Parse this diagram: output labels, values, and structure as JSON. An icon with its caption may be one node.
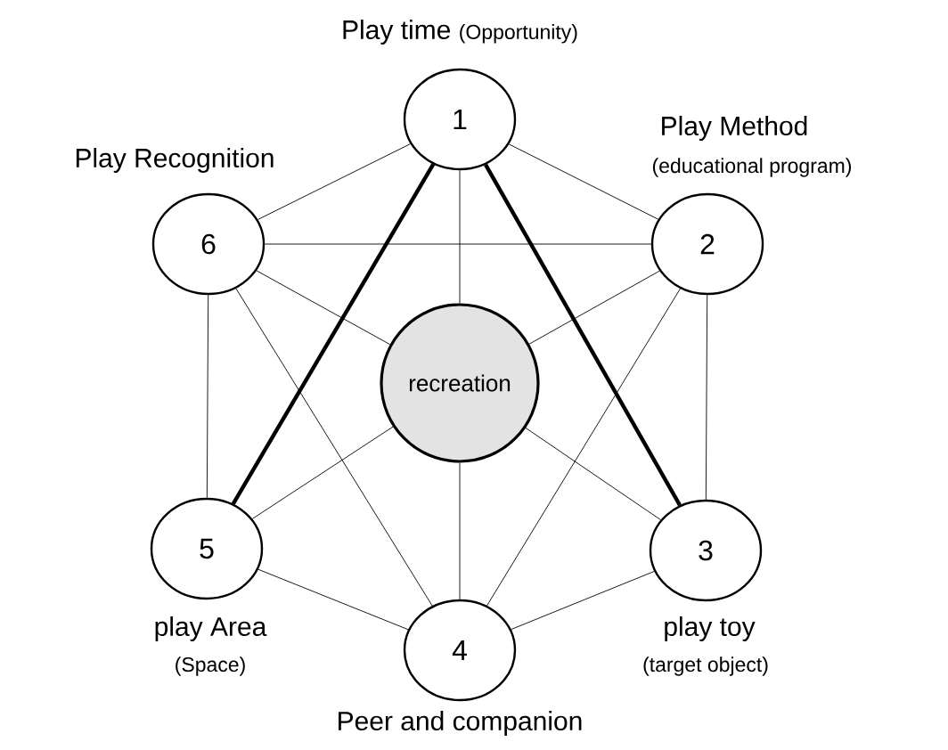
{
  "diagram": {
    "nodes": [
      {
        "text": [
          "1"
        ],
        "beside": [
          "Play time",
          "(Opportunity)"
        ]
      },
      {
        "text": [
          "2"
        ],
        "beside": [
          "Play Method",
          "(educational program)"
        ]
      },
      {
        "text": [
          "3"
        ],
        "beside": [
          "play toy",
          "(target object)"
        ]
      },
      {
        "text": [
          "4"
        ],
        "beside": [
          "Peer and companion"
        ]
      },
      {
        "text": [
          "5"
        ],
        "beside": [
          "play Area",
          "(Space)"
        ]
      },
      {
        "text": [
          "6"
        ],
        "beside": [
          "Play Recognition"
        ]
      },
      {
        "text": [
          "recreation"
        ]
      }
    ],
    "edges": [
      {
        "from": 6,
        "to": 0,
        "arrow": "none"
      },
      {
        "from": 6,
        "to": 1,
        "arrow": "none"
      },
      {
        "from": 6,
        "to": 2,
        "arrow": "none"
      },
      {
        "from": 6,
        "to": 3,
        "arrow": "none"
      },
      {
        "from": 6,
        "to": 4,
        "arrow": "none"
      },
      {
        "from": 6,
        "to": 5,
        "arrow": "none"
      },
      {
        "from": 0,
        "to": 1,
        "arrow": "none"
      },
      {
        "from": 0,
        "to": 5,
        "arrow": "none"
      },
      {
        "from": 0,
        "to": 2,
        "arrow": "none",
        "style": "thick"
      },
      {
        "from": 0,
        "to": 4,
        "arrow": "none",
        "style": "thick"
      },
      {
        "from": 5,
        "to": 1,
        "arrow": "none"
      },
      {
        "from": 5,
        "to": 4,
        "arrow": "none"
      },
      {
        "from": 5,
        "to": 3,
        "arrow": "none"
      },
      {
        "from": 1,
        "to": 2,
        "arrow": "none"
      },
      {
        "from": 1,
        "to": 3,
        "arrow": "none"
      },
      {
        "from": 4,
        "to": 3,
        "arrow": "none"
      },
      {
        "from": 2,
        "to": 3,
        "arrow": "none"
      }
    ]
  }
}
